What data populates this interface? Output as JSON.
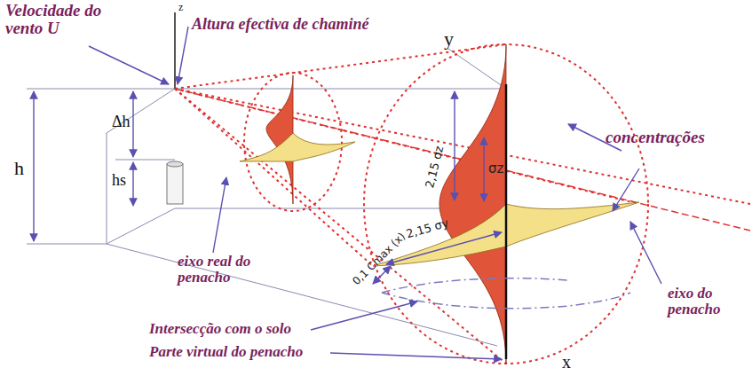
{
  "diagram": {
    "labels": [
      "Velocidade do vento U",
      "z",
      "Altura efectiva de chaminé",
      "h",
      "Δh",
      "hs",
      "eixo real do penacho",
      "y",
      "concentrações",
      "2,15 σz",
      "σz",
      "2,15 σy",
      "0,1 Cmax (x)",
      "Intersecção com o solo",
      "Parte virtual do penacho",
      "eixo do penacho",
      "x"
    ]
  }
}
